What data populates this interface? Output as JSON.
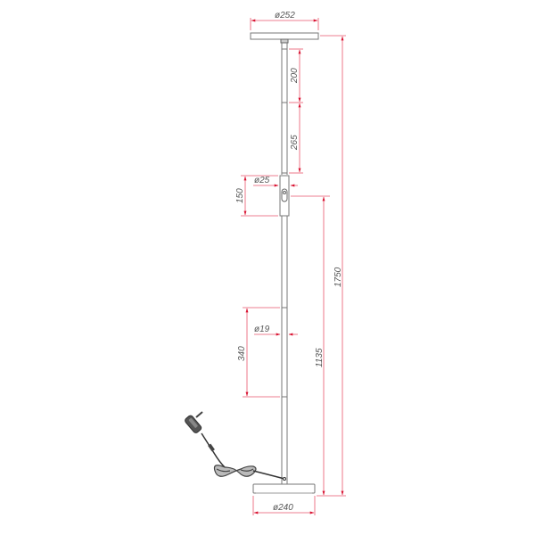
{
  "diagram": {
    "title": "Floor lamp dimension drawing",
    "colors": {
      "dimension_line": "#e8556b",
      "dimension_arrow": "#d8102f",
      "outline": "#777777",
      "text": "#555555",
      "cable": "#333333"
    },
    "dimensions": {
      "head_diameter": "ø252",
      "upper_segment": "200",
      "second_segment": "265",
      "switch_diameter": "ø25",
      "switch_height": "150",
      "pole_diameter": "ø19",
      "lower_segment": "340",
      "switch_to_floor": "1135",
      "total_height": "1750",
      "base_diameter": "ø240"
    },
    "parts": [
      "lamp-head",
      "upper-pole",
      "switch-housing",
      "lower-pole",
      "base",
      "power-adapter",
      "power-cable"
    ]
  }
}
